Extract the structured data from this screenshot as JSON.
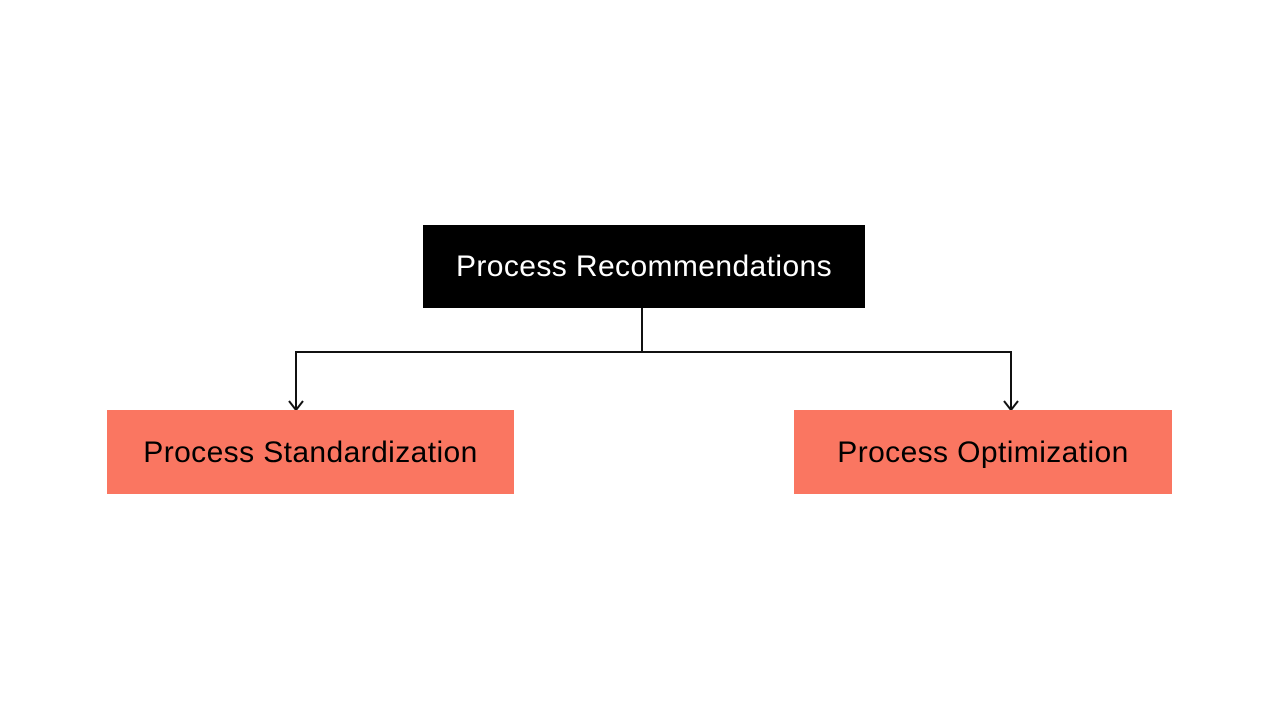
{
  "diagram": {
    "type": "flowchart",
    "background": "#FFFFFF",
    "root": {
      "label": "Process Recommendations",
      "fill": "#000000",
      "text_color": "#FFFFFF"
    },
    "children": [
      {
        "label": "Process Standardization",
        "fill": "#FA7661",
        "text_color": "#000000"
      },
      {
        "label": "Process Optimization",
        "fill": "#FA7661",
        "text_color": "#000000"
      }
    ],
    "connector": {
      "color": "#111111",
      "arrow_style": "open-v"
    }
  }
}
